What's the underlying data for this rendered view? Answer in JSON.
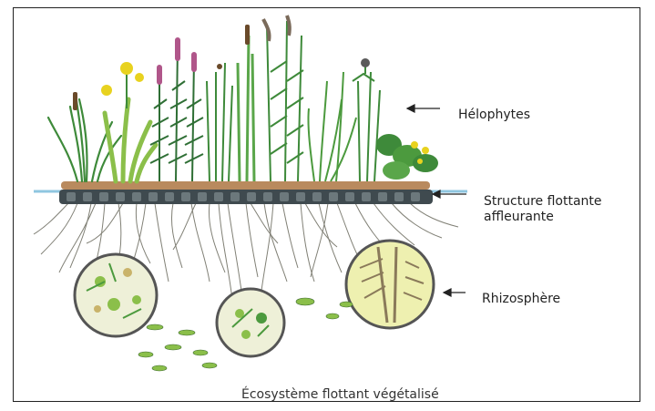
{
  "labels": {
    "helophytes": "Hélophytes",
    "structure_line1": "Structure flottante",
    "structure_line2": "affleurante",
    "rhizosphere": "Rhizosphère",
    "caption": "Écosystème flottant végétalisé"
  },
  "colors": {
    "frame_border": "#222222",
    "soil": "#b98a5e",
    "float_dark": "#3f4a4f",
    "plant_green": "#3e8a3a",
    "light_green": "#8bbf4a",
    "flower_purple": "#b0568a",
    "flower_yellow": "#e8d21f",
    "root_gray": "#6b6a5e",
    "water_blue": "#8fc6e0",
    "circle_fill": "#eef0d8"
  },
  "icons": {
    "arrow": "left-arrow-icon"
  }
}
